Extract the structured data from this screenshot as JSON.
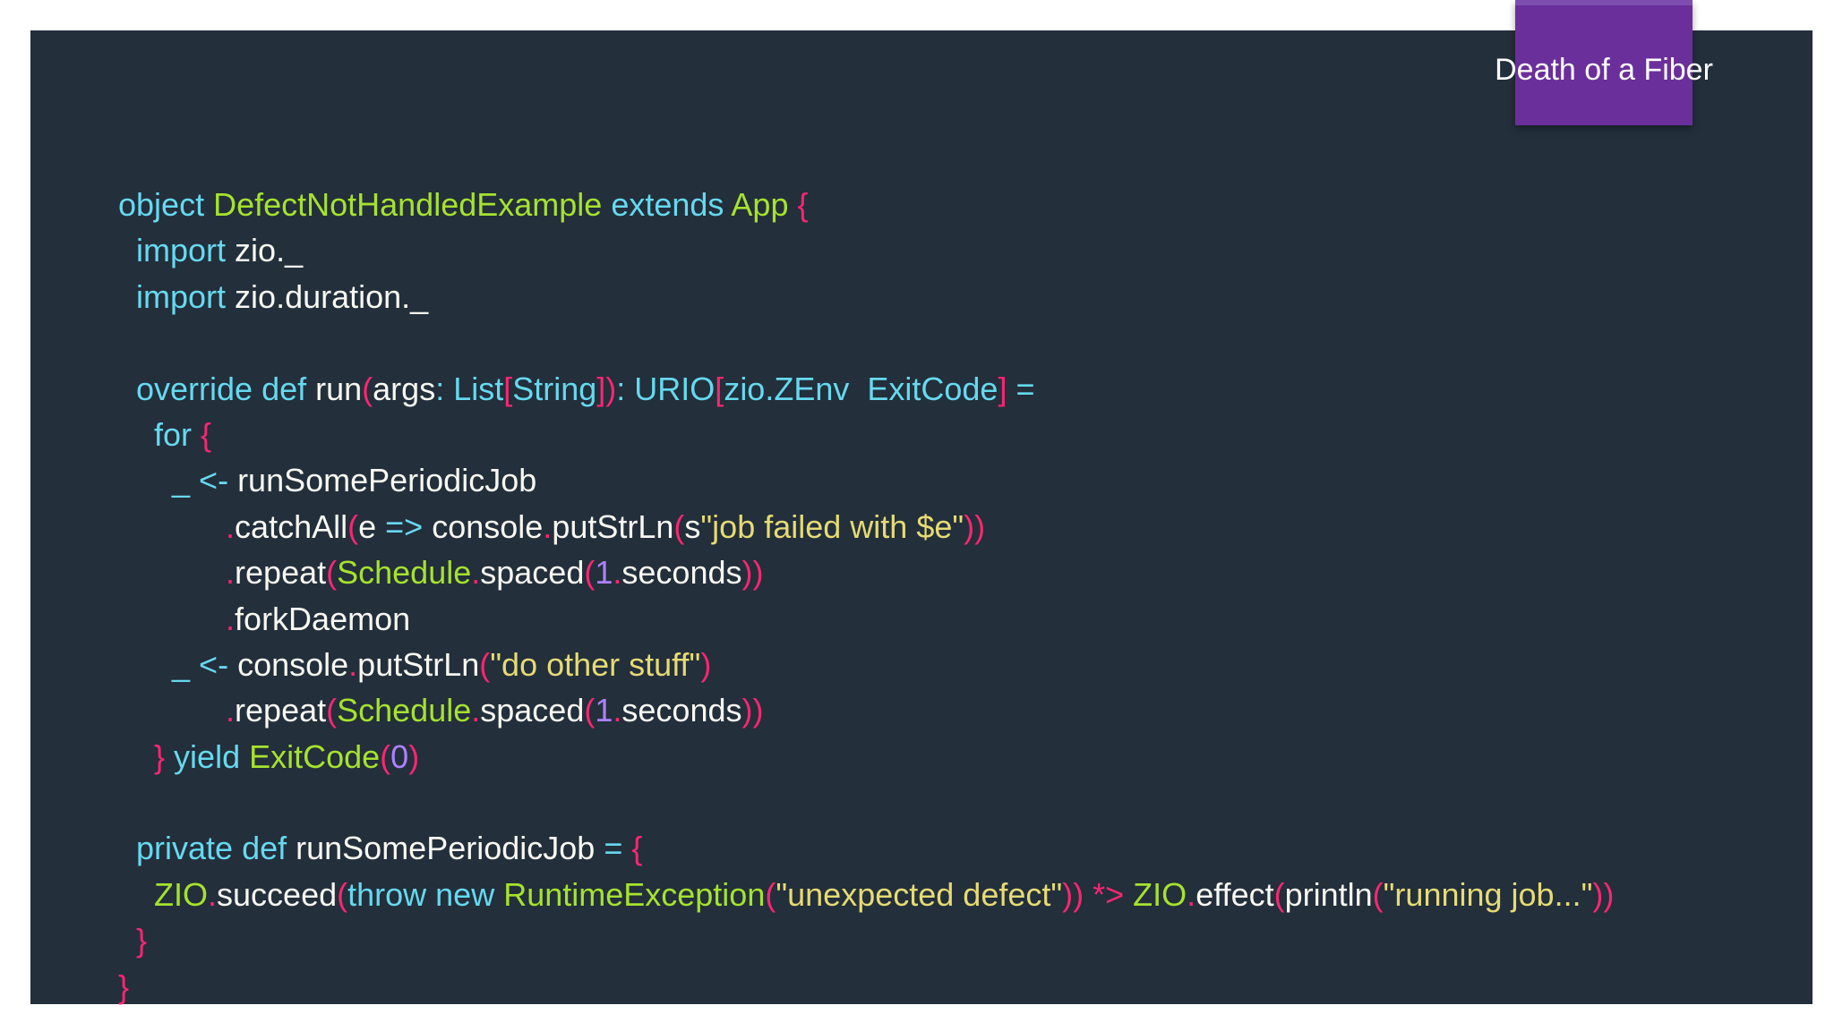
{
  "slide": {
    "title": "Death of a Fiber"
  },
  "colors": {
    "background": "#232f3b",
    "title_tab": "#6a2f9a",
    "keyword": "#66d9ef",
    "class_name": "#a6e22e",
    "bracket": "#f92672",
    "string": "#e6db74",
    "number": "#ae81ff",
    "identifier": "#f8f8f2"
  },
  "code_lines": [
    [
      [
        "kw",
        "object "
      ],
      [
        "cls",
        "DefectNotHandledExample "
      ],
      [
        "kw",
        "extends "
      ],
      [
        "cls",
        "App "
      ],
      [
        "brk",
        "{"
      ]
    ],
    [
      [
        "id",
        "  "
      ],
      [
        "kw",
        "import "
      ],
      [
        "id",
        "zio._"
      ]
    ],
    [
      [
        "id",
        "  "
      ],
      [
        "kw",
        "import "
      ],
      [
        "id",
        "zio.duration._"
      ]
    ],
    [],
    [
      [
        "id",
        "  "
      ],
      [
        "kw",
        "override def "
      ],
      [
        "id",
        "run"
      ],
      [
        "brk",
        "("
      ],
      [
        "id",
        "args"
      ],
      [
        "kw",
        ": List"
      ],
      [
        "brk",
        "["
      ],
      [
        "kw",
        "String"
      ],
      [
        "brk",
        "])"
      ],
      [
        "kw",
        ": URIO"
      ],
      [
        "brk",
        "["
      ],
      [
        "kw",
        "zio.ZEnv  ExitCode"
      ],
      [
        "brk",
        "]"
      ],
      [
        "kw",
        " ="
      ]
    ],
    [
      [
        "id",
        "    "
      ],
      [
        "kw",
        "for "
      ],
      [
        "brk",
        "{"
      ]
    ],
    [
      [
        "id",
        "      "
      ],
      [
        "kw",
        "_ <- "
      ],
      [
        "id",
        "runSomePeriodicJob"
      ]
    ],
    [
      [
        "id",
        "            "
      ],
      [
        "op",
        "."
      ],
      [
        "id",
        "catchAll"
      ],
      [
        "brk",
        "("
      ],
      [
        "id",
        "e "
      ],
      [
        "kw",
        "=> "
      ],
      [
        "id",
        "console"
      ],
      [
        "op",
        "."
      ],
      [
        "id",
        "putStrLn"
      ],
      [
        "brk",
        "("
      ],
      [
        "id",
        "s"
      ],
      [
        "str",
        "\"job failed with $e\""
      ],
      [
        "brk",
        "))"
      ]
    ],
    [
      [
        "id",
        "            "
      ],
      [
        "op",
        "."
      ],
      [
        "id",
        "repeat"
      ],
      [
        "brk",
        "("
      ],
      [
        "cls",
        "Schedule"
      ],
      [
        "op",
        "."
      ],
      [
        "id",
        "spaced"
      ],
      [
        "brk",
        "("
      ],
      [
        "num",
        "1"
      ],
      [
        "op",
        "."
      ],
      [
        "id",
        "seconds"
      ],
      [
        "brk",
        "))"
      ]
    ],
    [
      [
        "id",
        "            "
      ],
      [
        "op",
        "."
      ],
      [
        "id",
        "forkDaemon"
      ]
    ],
    [
      [
        "id",
        "      "
      ],
      [
        "kw",
        "_ <- "
      ],
      [
        "id",
        "console"
      ],
      [
        "op",
        "."
      ],
      [
        "id",
        "putStrLn"
      ],
      [
        "brk",
        "("
      ],
      [
        "str",
        "\"do other stuff\""
      ],
      [
        "brk",
        ")"
      ]
    ],
    [
      [
        "id",
        "            "
      ],
      [
        "op",
        "."
      ],
      [
        "id",
        "repeat"
      ],
      [
        "brk",
        "("
      ],
      [
        "cls",
        "Schedule"
      ],
      [
        "op",
        "."
      ],
      [
        "id",
        "spaced"
      ],
      [
        "brk",
        "("
      ],
      [
        "num",
        "1"
      ],
      [
        "op",
        "."
      ],
      [
        "id",
        "seconds"
      ],
      [
        "brk",
        "))"
      ]
    ],
    [
      [
        "id",
        "    "
      ],
      [
        "brk",
        "} "
      ],
      [
        "kw",
        "yield "
      ],
      [
        "cls",
        "ExitCode"
      ],
      [
        "brk",
        "("
      ],
      [
        "num",
        "0"
      ],
      [
        "brk",
        ")"
      ]
    ],
    [],
    [
      [
        "id",
        "  "
      ],
      [
        "kw",
        "private def "
      ],
      [
        "id",
        "runSomePeriodicJob "
      ],
      [
        "kw",
        "= "
      ],
      [
        "brk",
        "{"
      ]
    ],
    [
      [
        "id",
        "    "
      ],
      [
        "cls",
        "ZIO"
      ],
      [
        "op",
        "."
      ],
      [
        "id",
        "succeed"
      ],
      [
        "brk",
        "("
      ],
      [
        "kw",
        "throw new "
      ],
      [
        "cls",
        "RuntimeException"
      ],
      [
        "brk",
        "("
      ],
      [
        "str",
        "\"unexpected defect\""
      ],
      [
        "brk",
        "))"
      ],
      [
        "op",
        " *> "
      ],
      [
        "cls",
        "ZIO"
      ],
      [
        "op",
        "."
      ],
      [
        "id",
        "effect"
      ],
      [
        "brk",
        "("
      ],
      [
        "id",
        "println"
      ],
      [
        "brk",
        "("
      ],
      [
        "str",
        "\"running job...\""
      ],
      [
        "brk",
        "))"
      ]
    ],
    [
      [
        "id",
        "  "
      ],
      [
        "brk",
        "}"
      ]
    ],
    [
      [
        "brk",
        "}"
      ]
    ]
  ]
}
